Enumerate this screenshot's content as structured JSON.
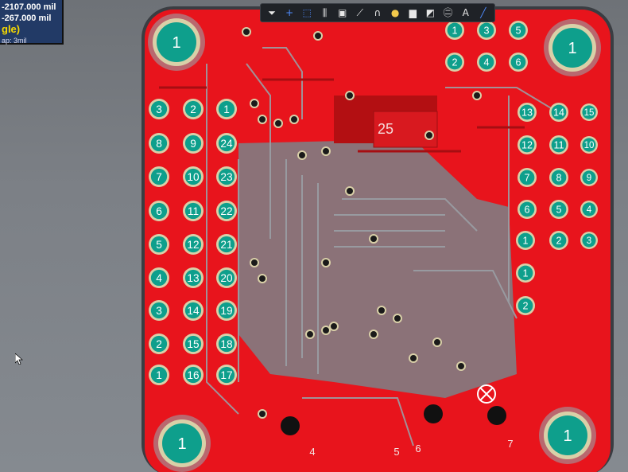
{
  "status_panel": {
    "x_readout": "-2107.000 mil",
    "y_readout": "-267.000 mil",
    "mode": "gle)",
    "snap": "ap: 3mil"
  },
  "toolbar": {
    "buttons": [
      {
        "name": "filter",
        "glyph": "⏷"
      },
      {
        "name": "cross",
        "glyph": "+"
      },
      {
        "name": "select-rect",
        "glyph": "⬚"
      },
      {
        "name": "align",
        "glyph": "⫼"
      },
      {
        "name": "component",
        "glyph": "▣"
      },
      {
        "name": "route",
        "glyph": "⟋"
      },
      {
        "name": "arc",
        "glyph": "∩"
      },
      {
        "name": "place",
        "glyph": "●"
      },
      {
        "name": "fill",
        "glyph": "▆"
      },
      {
        "name": "polygon",
        "glyph": "◩"
      },
      {
        "name": "string",
        "glyph": "㊁"
      },
      {
        "name": "text",
        "glyph": "A"
      },
      {
        "name": "line",
        "glyph": "╱"
      }
    ]
  },
  "colors": {
    "copper_red": "#e8141c",
    "dark_red": "#b30f12",
    "pad_teal": "#0e9f8c",
    "pad_light": "#d9d0a8",
    "gray_copper": "#7a8288",
    "board_edge": "#3a3d42"
  },
  "mount_holes": [
    {
      "label": "1"
    },
    {
      "label": "1"
    },
    {
      "label": "1"
    },
    {
      "label": "1"
    }
  ],
  "pads": {
    "left_col_a": [
      "3",
      "8",
      "7",
      "6",
      "5",
      "4",
      "3",
      "2",
      "1"
    ],
    "left_col_b": [
      "2",
      "9",
      "10",
      "11",
      "12",
      "13",
      "14",
      "15",
      "16"
    ],
    "left_col_c": [
      "1",
      "24",
      "23",
      "22",
      "21",
      "20",
      "19",
      "18",
      "17"
    ],
    "top_row_1": [
      "1",
      "3",
      "5"
    ],
    "top_row_2": [
      "2",
      "4",
      "6"
    ],
    "right_col_a": [
      "13",
      "12",
      "7",
      "6",
      "1",
      "1",
      "2"
    ],
    "right_col_b": [
      "14",
      "11",
      "8",
      "5",
      "2"
    ],
    "right_col_c": [
      "15",
      "10",
      "9",
      "4",
      "3"
    ],
    "bottom_labels": [
      "4",
      "5",
      "6",
      "7"
    ],
    "silk_25": "25"
  }
}
